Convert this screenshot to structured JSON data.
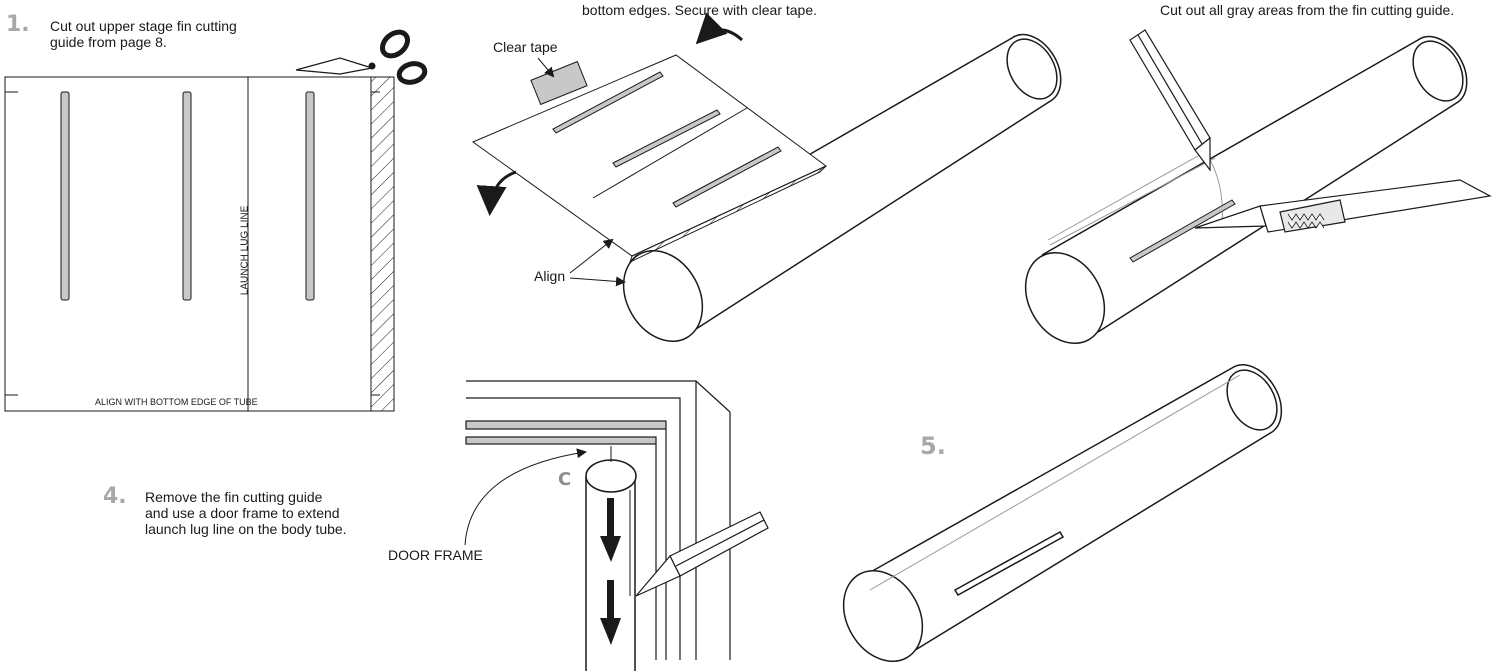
{
  "steps": {
    "s1": {
      "number": "1.",
      "text": "Cut out upper stage fin cutting\nguide from page 8."
    },
    "s2": {
      "text": "bottom edges. Secure with clear tape."
    },
    "s3": {
      "text": "Cut out all gray areas from the fin cutting guide."
    },
    "s4": {
      "number": "4.",
      "text": "Remove the fin cutting guide\nand use a door frame to extend\nlaunch lug line on the body tube."
    },
    "s5": {
      "number": "5."
    }
  },
  "labels": {
    "clear_tape": "Clear tape",
    "align": "Align",
    "door_frame": "DOOR FRAME",
    "launch_lug_line": "LAUNCH LUG LINE",
    "align_bottom": "ALIGN WITH BOTTOM EDGE OF TUBE",
    "tube_letter": "C"
  },
  "colors": {
    "gray_fill": "#c8c8c8",
    "number_gray": "#a8a8a8",
    "line": "#1a1a1a"
  }
}
